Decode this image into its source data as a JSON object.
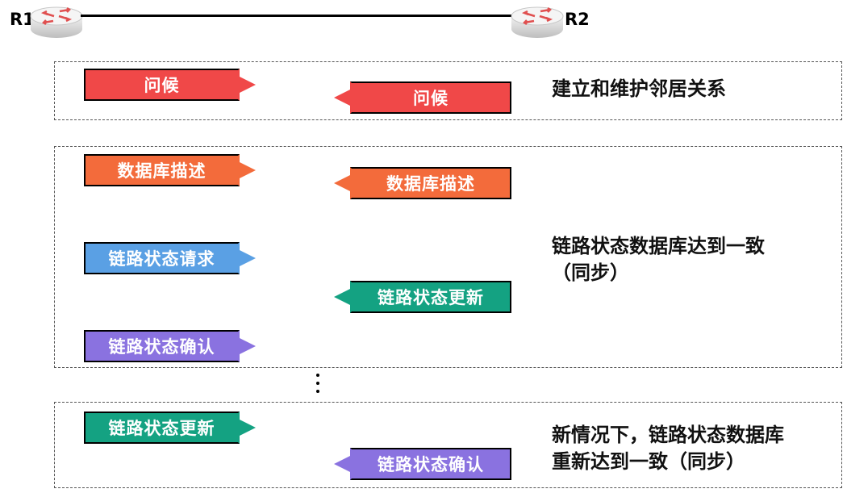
{
  "routers": {
    "r1": "R1",
    "r2": "R2"
  },
  "phases": [
    {
      "description": [
        "建立和维护邻居关系"
      ],
      "messages": [
        {
          "label": "问候",
          "direction": "R1→R2"
        },
        {
          "label": "问候",
          "direction": "R2→R1"
        }
      ]
    },
    {
      "description": [
        "链路状态数据库达到一致",
        "（同步）"
      ],
      "messages": [
        {
          "label": "数据库描述",
          "direction": "R1→R2"
        },
        {
          "label": "数据库描述",
          "direction": "R2→R1"
        },
        {
          "label": "链路状态请求",
          "direction": "R1→R2"
        },
        {
          "label": "链路状态更新",
          "direction": "R2→R1"
        },
        {
          "label": "链路状态确认",
          "direction": "R1→R2"
        }
      ]
    },
    {
      "description": [
        "新情况下，链路状态数据库",
        "重新达到一致（同步）"
      ],
      "messages": [
        {
          "label": "链路状态更新",
          "direction": "R1→R2"
        },
        {
          "label": "链路状态确认",
          "direction": "R2→R1"
        }
      ]
    }
  ],
  "colors": {
    "hello": "#f04848",
    "dbd": "#f36b3b",
    "lsr": "#5aa0e4",
    "lsu": "#14a282",
    "lsack": "#8a72e0"
  }
}
